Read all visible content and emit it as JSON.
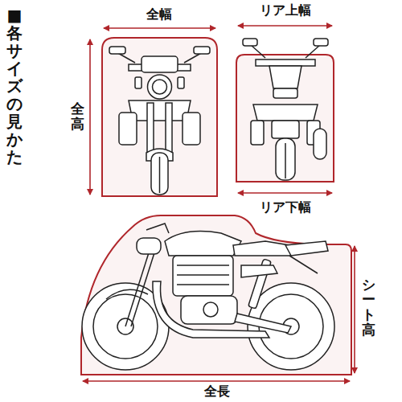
{
  "diagram": {
    "title": "■各サイズの見かた",
    "labels": [
      "全幅",
      "リア上幅",
      "全高",
      "リア下幅",
      "シート高",
      "全長"
    ]
  }
}
